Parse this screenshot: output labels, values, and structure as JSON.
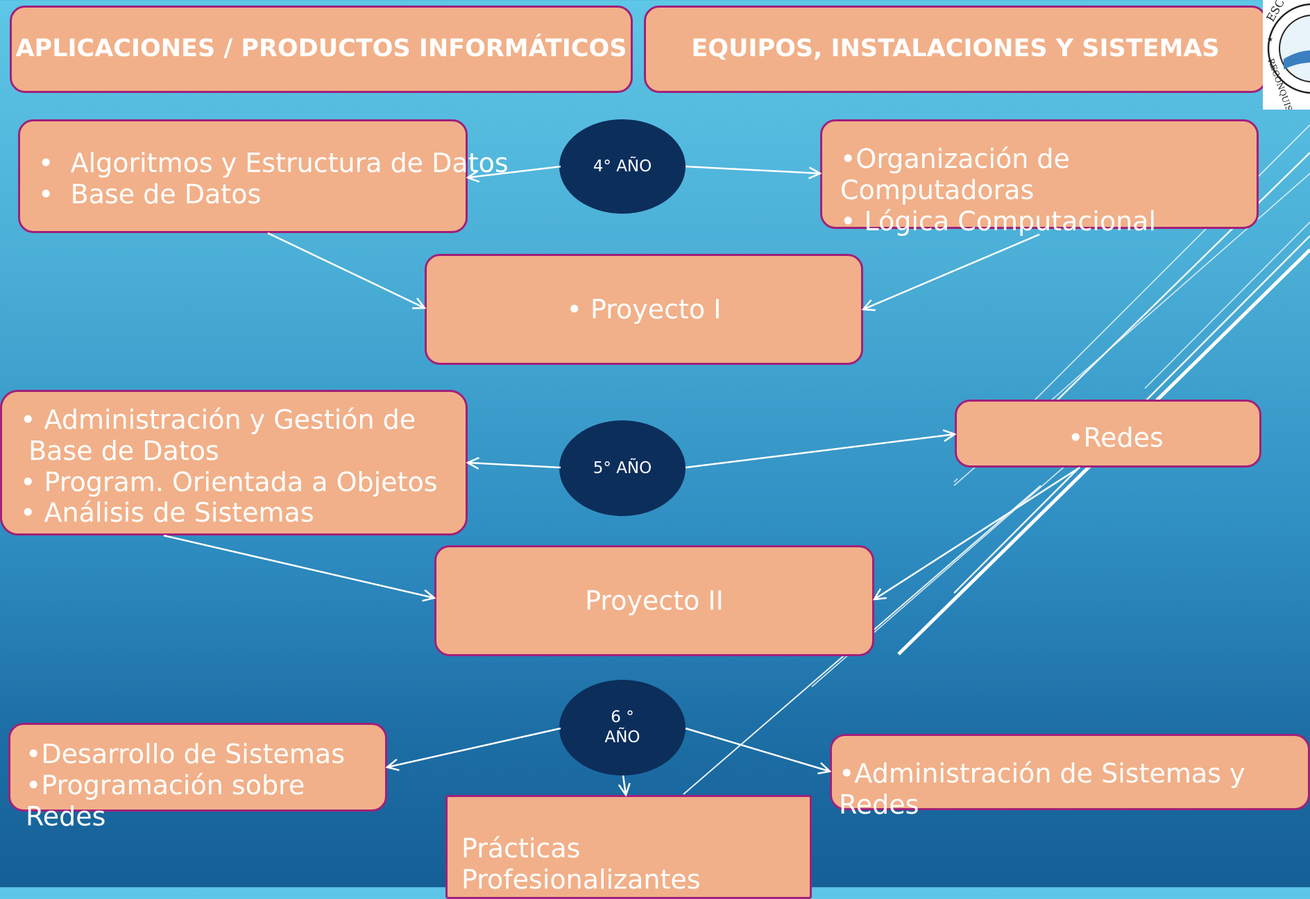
{
  "headers": {
    "left": "APLICACIONES / PRODUCTOS INFORMÁTICOS",
    "right": "EQUIPOS, INSTALACIONES Y SISTEMAS"
  },
  "years": {
    "y4": "4° AÑO",
    "y5": "5° AÑO",
    "y6_line1": "6 °",
    "y6_line2": "AÑO"
  },
  "year4": {
    "left_items": [
      "•  Algoritmos y Estructura de Datos",
      "•  Base de Datos"
    ],
    "right_items": [
      "•Organización de Computadoras",
      "• Lógica Computacional"
    ],
    "project": "• Proyecto I"
  },
  "year5": {
    "left_items": [
      "• Administración y Gestión de",
      " Base de Datos",
      "• Program. Orientada a Objetos",
      "• Análisis de Sistemas"
    ],
    "right": "•Redes",
    "project": "Proyecto II"
  },
  "year6": {
    "left_items": [
      "•Desarrollo de Sistemas",
      "•Programación sobre Redes"
    ],
    "right": "•Administración de Sistemas y Redes",
    "practice": "Prácticas Profesionalizantes"
  },
  "logo": {
    "text": "ESC • RECONQUIS",
    "icon": "school-seal-icon"
  },
  "colors": {
    "box_fill": "#f1b089",
    "box_border": "#a0207a",
    "year_fill": "#0c2e5b",
    "arrow": "#ffffff"
  }
}
